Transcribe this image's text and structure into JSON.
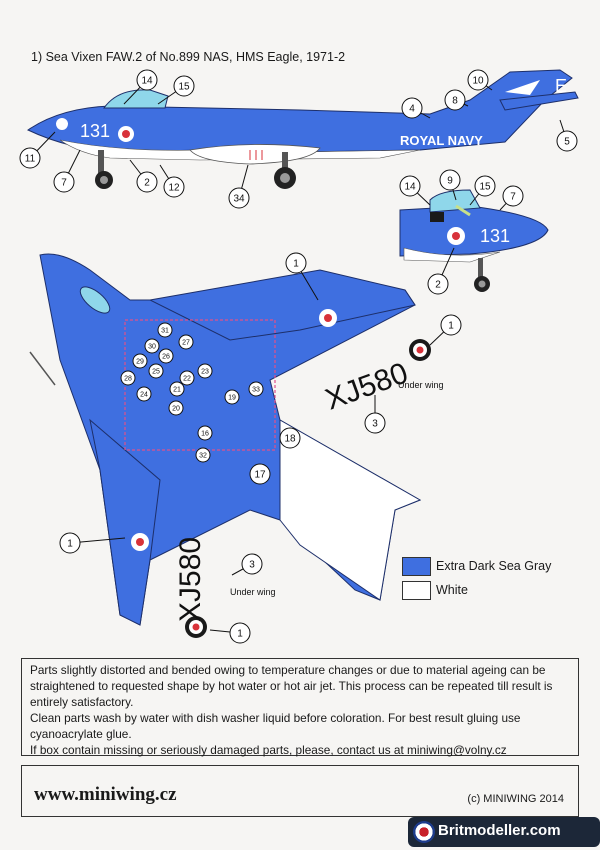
{
  "title": "1) Sea Vixen FAW.2 of No.899 NAS, HMS Eagle, 1971-2",
  "colors": {
    "blue": "#3f6fe0",
    "blue_dark": "#2a55c8",
    "white": "#ffffff",
    "roundel_red": "#d8323a"
  },
  "side_view": {
    "nose_number": "131",
    "fin_letter": "E",
    "fuselage_text": "ROYAL NAVY"
  },
  "detail_view": {
    "nose_number": "131"
  },
  "plan_view": {
    "serial_right": "XJ580",
    "serial_left": "XJ580",
    "under_wing_right": "Under wing",
    "under_wing_left": "Under wing"
  },
  "callouts": {
    "side": [
      "14",
      "15",
      "10",
      "4",
      "8",
      "5",
      "11",
      "7",
      "2",
      "12",
      "34"
    ],
    "detail": [
      "14",
      "9",
      "15",
      "7",
      "2"
    ],
    "plan": [
      "1",
      "1",
      "3",
      "1",
      "3",
      "1"
    ],
    "panels": [
      "31",
      "27",
      "30",
      "26",
      "29",
      "25",
      "23",
      "28",
      "22",
      "21",
      "33",
      "24",
      "20",
      "19",
      "16",
      "18",
      "32",
      "17"
    ]
  },
  "legend": [
    {
      "label": "Extra Dark Sea Gray",
      "color": "#3f6fe0"
    },
    {
      "label": "White",
      "color": "#ffffff"
    }
  ],
  "notes": [
    "Parts slightly distorted and bended owing to temperature changes or due to material ageing can be straightened to requested shape by hot water or hot air jet. This process can be repeated till result is entirely satisfactory.",
    "Clean parts wash by water with dish washer liquid before coloration. For best result gluing use cyanoacrylate glue.",
    "If box contain missing or seriously damaged parts, please, contact us at miniwing@volny.cz"
  ],
  "footer": {
    "url": "www.miniwing.cz",
    "copyright": "(c) MINIWING 2014"
  },
  "watermark": "Britmodeller.com"
}
